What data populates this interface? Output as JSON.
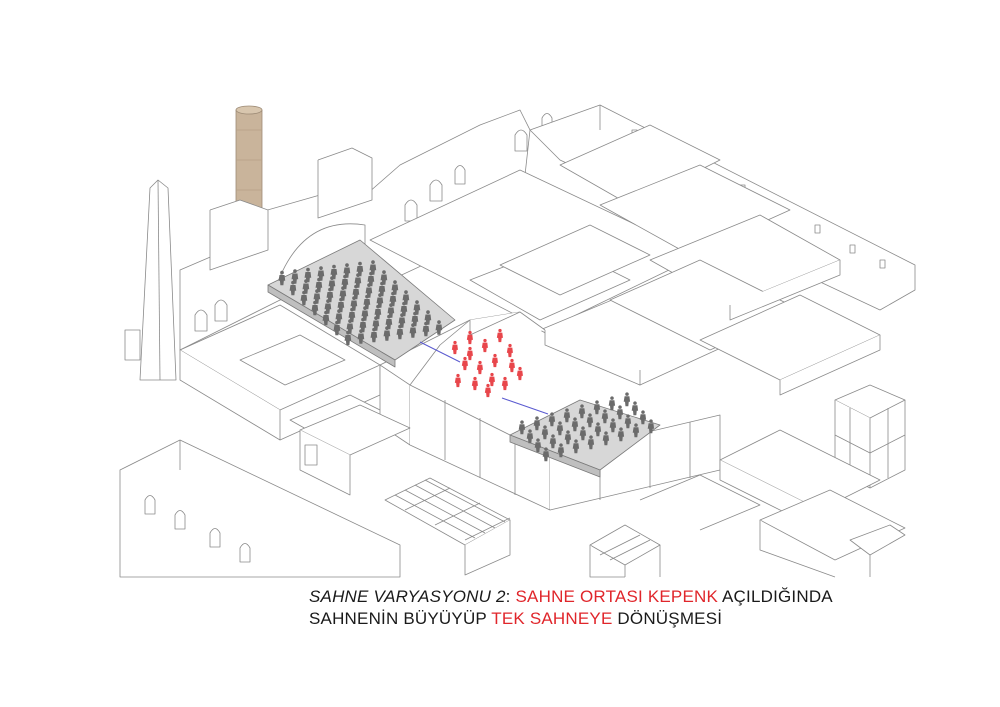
{
  "caption": {
    "line1_prefix": "SAHNE VARYASYONU 2",
    "line1_colon": ": ",
    "line1_highlight": "SAHNE ORTASI KEPENK",
    "line1_suffix": " AÇILDIĞINDA",
    "line2_prefix": "SAHNENİN BÜYÜYÜP ",
    "line2_highlight": "TEK SAHNEYE",
    "line2_suffix": " DÖNÜŞMESİ"
  },
  "colors": {
    "line": "#8a8a8a",
    "audience": "#6b6b6b",
    "performers": "#e8464b",
    "sightline": "#5a5ad0",
    "chimney": "#c9b49b",
    "highlight_text": "#e0262b"
  },
  "performer_count": 16
}
